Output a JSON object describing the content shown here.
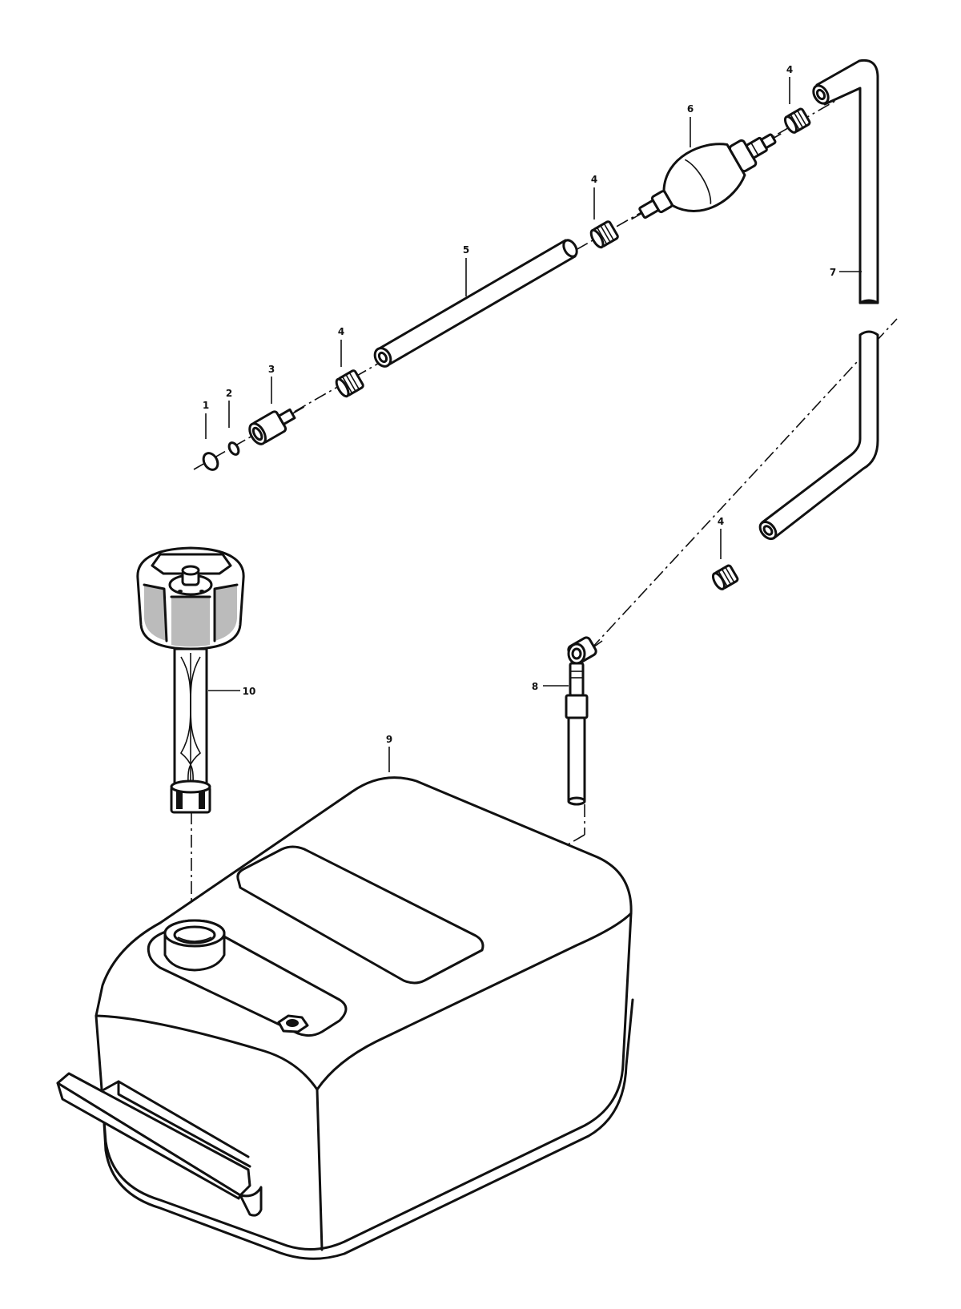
{
  "diagram": {
    "callouts": [
      {
        "id": "c1",
        "text": "1"
      },
      {
        "id": "c2",
        "text": "2"
      },
      {
        "id": "c3",
        "text": "3"
      },
      {
        "id": "c4a",
        "text": "4"
      },
      {
        "id": "c4b",
        "text": "4"
      },
      {
        "id": "c4c",
        "text": "4"
      },
      {
        "id": "c4d",
        "text": "4"
      },
      {
        "id": "c5",
        "text": "5"
      },
      {
        "id": "c6",
        "text": "6"
      },
      {
        "id": "c7",
        "text": "7"
      },
      {
        "id": "c8",
        "text": "8"
      },
      {
        "id": "c9",
        "text": "9"
      },
      {
        "id": "c10",
        "text": "10"
      }
    ],
    "line_color": "#111111",
    "background": "#ffffff"
  }
}
